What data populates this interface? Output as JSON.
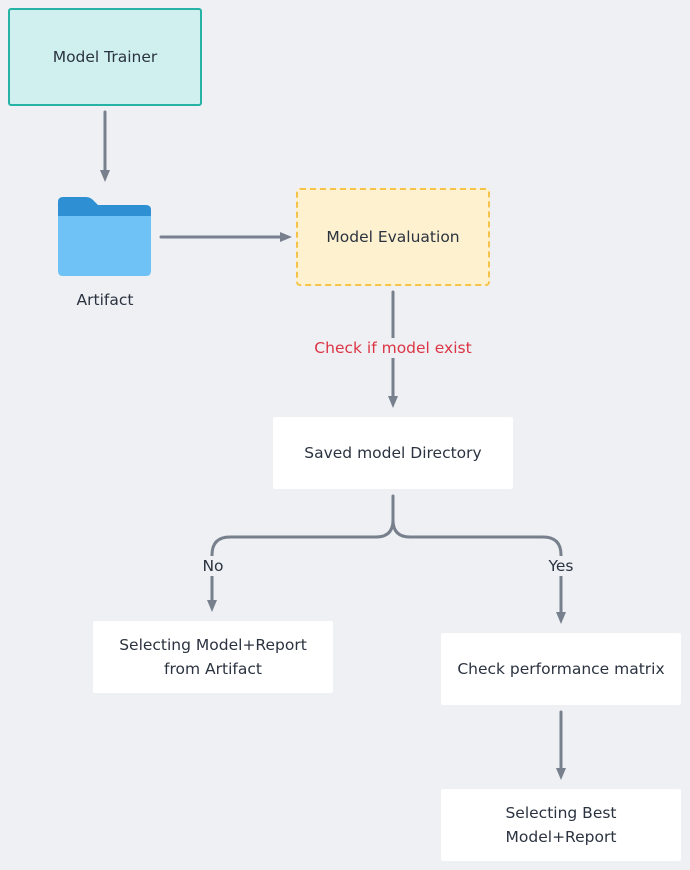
{
  "nodes": {
    "model_trainer": "Model Trainer",
    "artifact": "Artifact",
    "model_evaluation": "Model Evaluation",
    "saved_model_directory": "Saved model Directory",
    "selecting_from_artifact": [
      "Selecting Model+Report",
      "from Artifact"
    ],
    "check_performance": "Check performance matrix",
    "selecting_best": [
      "Selecting Best",
      "Model+Report"
    ]
  },
  "edges": {
    "check_if_exist": "Check if model exist",
    "no": "No",
    "yes": "Yes"
  },
  "colors": {
    "background": "#eef0f4",
    "trainer_fill": "#cff0ee",
    "trainer_border": "#25b3a5",
    "evaluation_fill": "#fdf1cf",
    "evaluation_border": "#f6c34a",
    "edge": "#77808c",
    "edge_label_alert": "#dc3545",
    "folder_back": "#2e8fd3",
    "folder_front": "#6ec2f5"
  },
  "icons": {
    "artifact": "folder-icon"
  }
}
